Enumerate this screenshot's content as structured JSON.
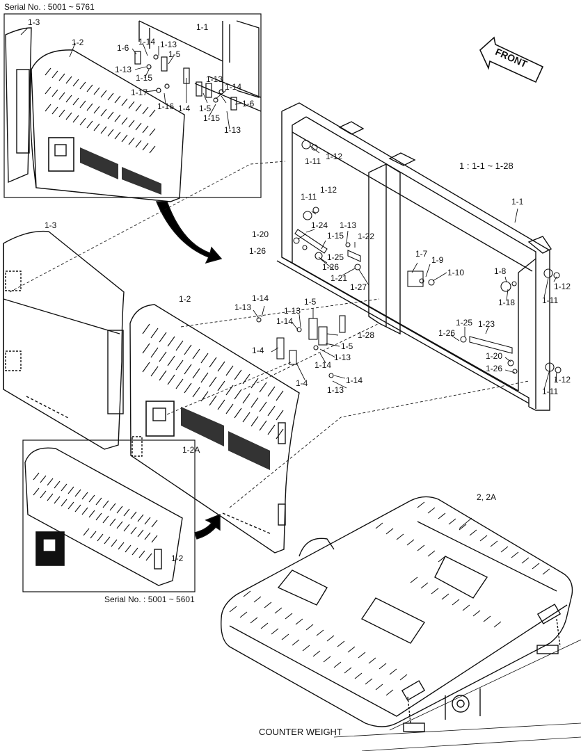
{
  "serial_top": "Serial No. : 5001 ~ 5761",
  "serial_bottom": "Serial No. : 5001 ~ 5601",
  "front_label": "FRONT",
  "range_note": "1 : 1-1 ~ 1-28",
  "counter_weight": "COUNTER WEIGHT",
  "labels": {
    "inset_1_3": "1-3",
    "inset_1_2": "1-2",
    "inset_1_1": "1-1",
    "inset_1_6a": "1-6",
    "inset_1_14a": "1-14",
    "inset_1_13a": "1-13",
    "inset_1_5a": "1-5",
    "inset_1_13b": "1-13",
    "inset_1_15a": "1-15",
    "inset_1_17": "1-17",
    "inset_1_16": "1-16",
    "inset_1_4": "1-4",
    "inset_1_5b": "1-5",
    "inset_1_13c": "1-13",
    "inset_1_14b": "1-14",
    "inset_1_6b": "1-6",
    "inset_1_15b": "1-15",
    "inset_1_13d": "1-13",
    "frame_1_11a": "1-11",
    "frame_1_12a": "1-12",
    "frame_1_11b": "1-11",
    "frame_1_12b": "1-12",
    "frame_1_20a": "1-20",
    "frame_1_24": "1-24",
    "frame_1_13a": "1-13",
    "frame_1_15": "1-15",
    "frame_1_22": "1-22",
    "frame_1_26a": "1-26",
    "frame_1_25a": "1-25",
    "frame_1_26b": "1-26",
    "frame_1_21": "1-21",
    "frame_1_27": "1-27",
    "frame_1_7": "1-7",
    "frame_1_9": "1-9",
    "frame_1_10": "1-10",
    "frame_1_8": "1-8",
    "frame_1_18": "1-18",
    "frame_1_1": "1-1",
    "frame_1_12c": "1-12",
    "frame_1_11c": "1-11",
    "mid_1_14a": "1-14",
    "mid_1_13a": "1-13",
    "mid_1_13b": "1-13",
    "mid_1_5a": "1-5",
    "mid_1_14b": "1-14",
    "mid_1_4a": "1-4",
    "mid_1_28": "1-28",
    "mid_1_5b": "1-5",
    "mid_1_13c": "1-13",
    "mid_1_14c": "1-14",
    "mid_1_4b": "1-4",
    "mid_1_14d": "1-14",
    "mid_1_13d": "1-13",
    "right_1_25": "1-25",
    "right_1_23": "1-23",
    "right_1_26a": "1-26",
    "right_1_20": "1-20",
    "right_1_26b": "1-26",
    "right_1_12": "1-12",
    "right_1_11": "1-11",
    "door_1_3": "1-3",
    "door_1_2": "1-2",
    "door_1_2A": "1-2A",
    "inset2_1_2": "1-2",
    "cw_2_2A": "2, 2A"
  }
}
